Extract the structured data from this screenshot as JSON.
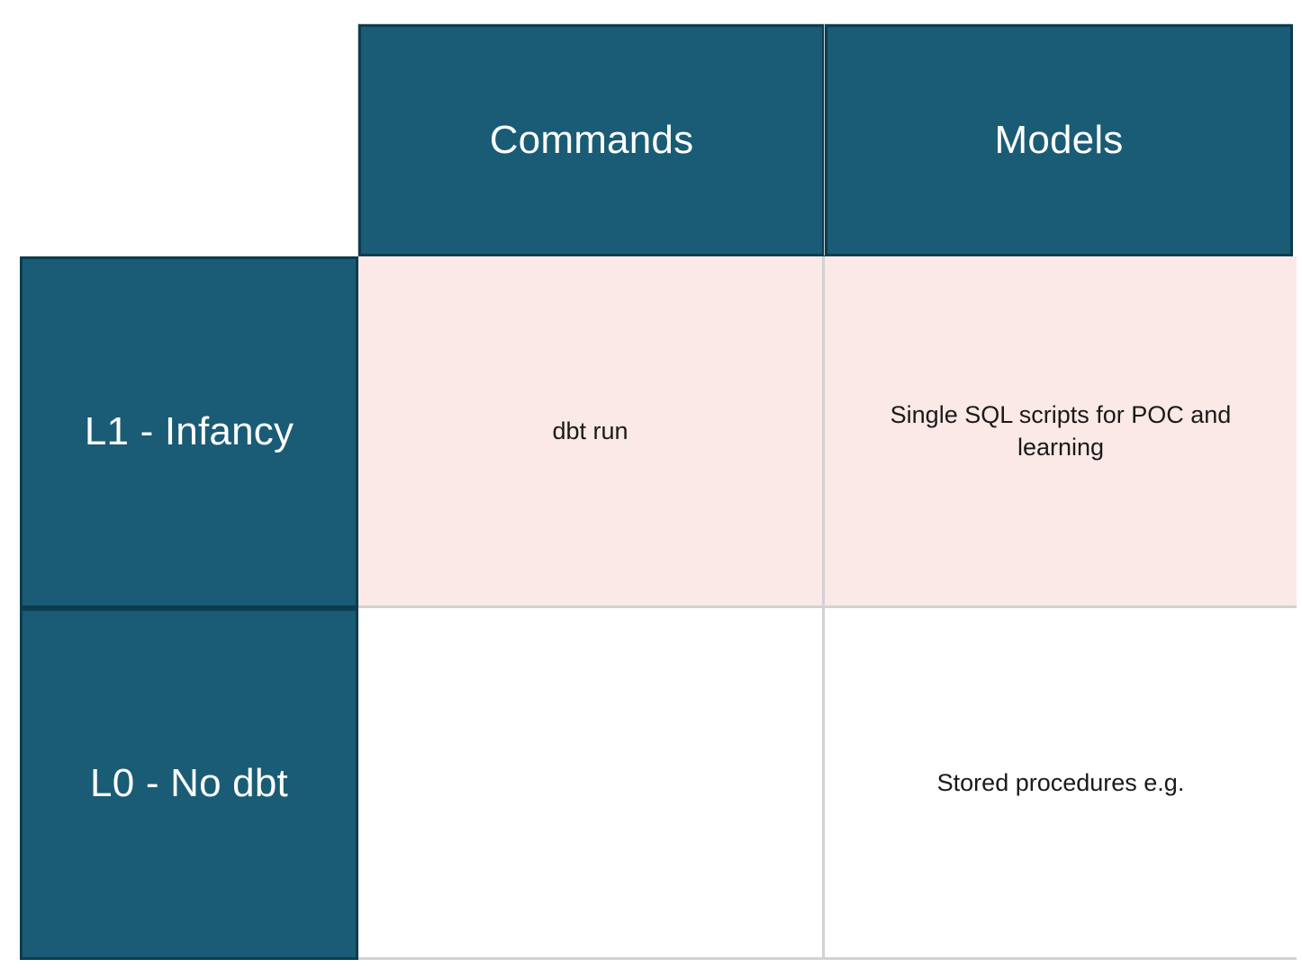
{
  "matrix": {
    "corner_label": "",
    "column_headers": [
      {
        "id": "commands",
        "label": "Commands"
      },
      {
        "id": "models",
        "label": "Models"
      }
    ],
    "row_headers": [
      {
        "id": "l1",
        "label": "L1 - Infancy"
      },
      {
        "id": "l0",
        "label": "L0 - No dbt"
      }
    ],
    "rows": [
      {
        "row_id": "l1",
        "cells": [
          {
            "column": "commands",
            "text": "dbt run",
            "fill": "pink"
          },
          {
            "column": "models",
            "text": "Single SQL scripts for POC and learning",
            "fill": "pink"
          }
        ]
      },
      {
        "row_id": "l0",
        "cells": [
          {
            "column": "commands",
            "text": "",
            "fill": "white"
          },
          {
            "column": "models",
            "text": "Stored procedures e.g.",
            "fill": "white"
          }
        ]
      }
    ]
  },
  "colors": {
    "header_teal": "#1a5c75",
    "header_border": "#0e3c4f",
    "row_fill_pink": "#fae9e6",
    "row_fill_white": "#ffffff",
    "grid_line": "#d2d2d2",
    "header_text": "#ffffff",
    "body_text": "#1a1a1a"
  }
}
